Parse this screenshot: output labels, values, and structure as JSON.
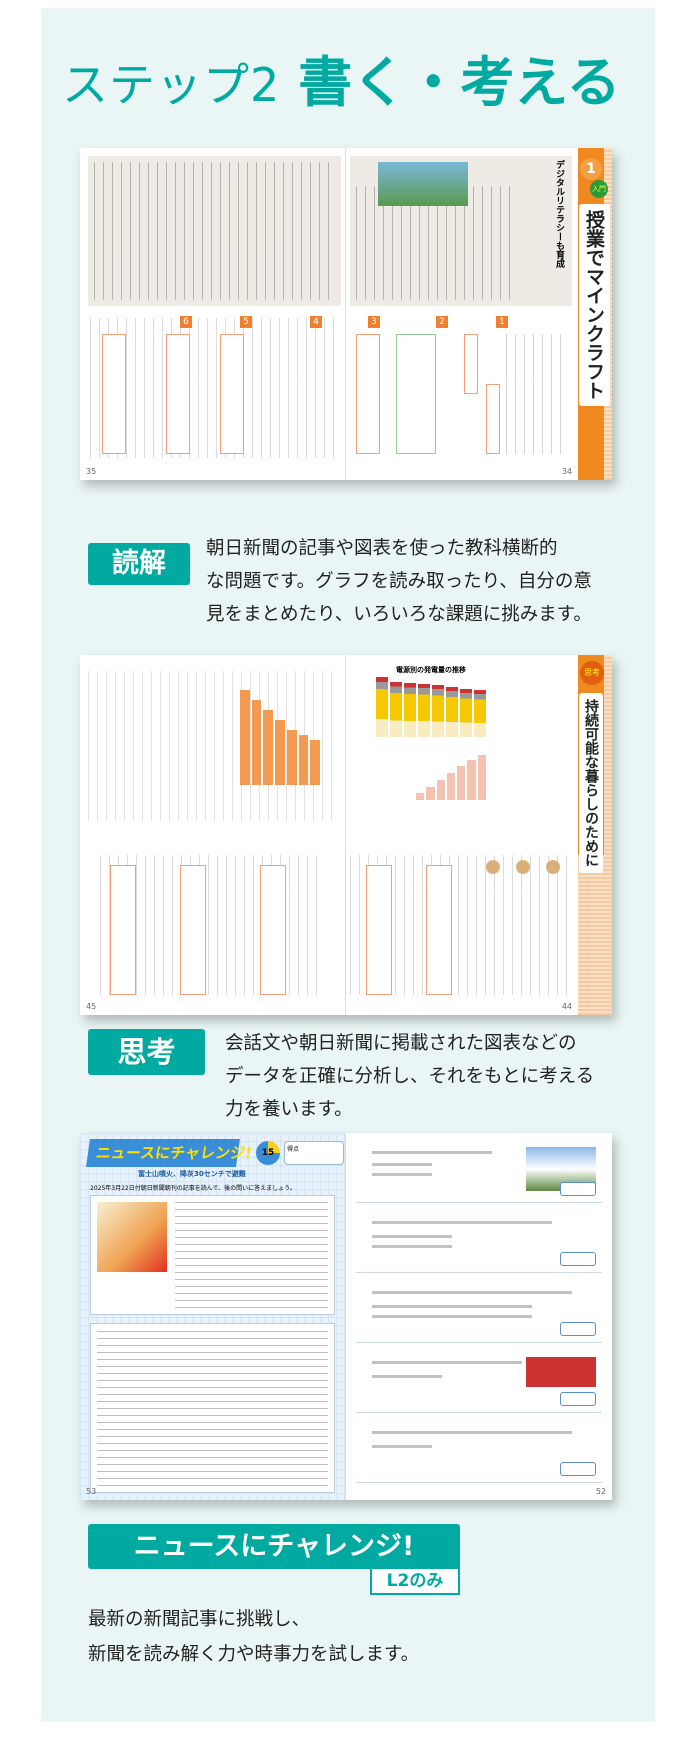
{
  "header": {
    "step_label": "ステップ2",
    "title": "書く・考える"
  },
  "colors": {
    "accent": "#00aaa0",
    "panel_bg": "#eaf6f5",
    "textbook_orange": "#f08a20",
    "news_blue": "#2a78c8"
  },
  "sections": [
    {
      "tag": "読解",
      "description": [
        "朝日新聞の記事や図表を使った教科横断的",
        "な問題です。グラフを読み取ったり、自分の意",
        "見をまとめたり、いろいろな課題に挑みます。"
      ],
      "spread": {
        "title": "授業でマインクラフト",
        "article_heading": "デジタルリテラシーも育成",
        "badge": "入門",
        "lesson_number": "1",
        "page_left": "35",
        "page_right": "34"
      }
    },
    {
      "tag": "思考",
      "description": [
        "会話文や朝日新聞に掲載された図表などの",
        "データを正確に分析し、それをもとに考える",
        "力を養います。"
      ],
      "spread": {
        "title": "持続可能な暮らしのために",
        "badge": "思考",
        "chart_heading": "電源別の発電量の推移",
        "page_left": "45",
        "page_right": "44"
      }
    },
    {
      "tag": "ニュースにチャレンジ!",
      "sub_tag": "L2のみ",
      "description": [
        "最新の新聞記事に挑戦し、",
        "新聞を読み解く力や時事力を試します。"
      ],
      "spread": {
        "logo": "ニュースにチャレンジ!",
        "headline": "富士山噴火、降灰30センチで避難",
        "instruction": "2025年3月22日付朝日新聞朝刊の記事を読んで、後の問いに答えましょう。",
        "time_limit": "15",
        "time_unit": "分",
        "score_label": "得点",
        "page_left": "53",
        "page_right": "52"
      }
    }
  ]
}
